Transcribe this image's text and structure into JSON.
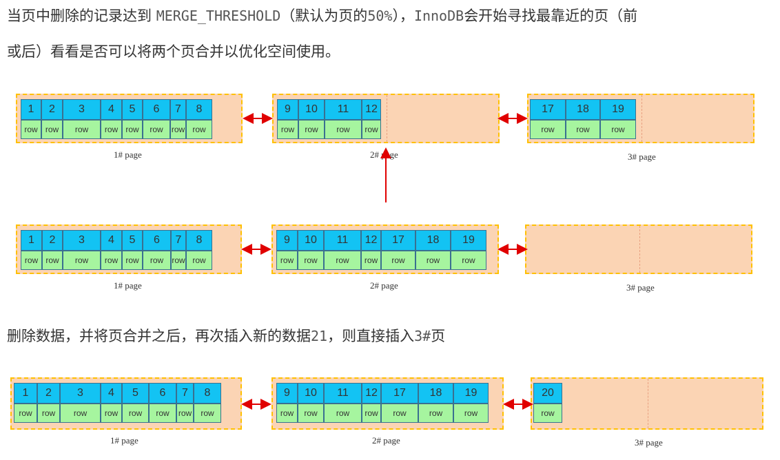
{
  "intro": {
    "line1_a": "当页中删除的记录达到 ",
    "line1_code": "MERGE_THRESHOLD",
    "line1_b": "（默认为页的",
    "line1_pct": "50%",
    "line1_c": "），",
    "line1_inno": "InnoDB",
    "line1_d": "会开始寻找最靠近的页（前",
    "line2": "或后）看看是否可以将两个页合并以优化空间使用。"
  },
  "middle_text": {
    "a": "删除数据，并将页合并之后，再次插入新的数据",
    "num": "21",
    "b": "，则直接插入",
    "ref": "3#",
    "c": "页"
  },
  "page_labels": [
    "1# page",
    "2# page",
    "3# page"
  ],
  "row_label": "row",
  "diagram1": {
    "page1": [
      "1",
      "2",
      "3",
      "4",
      "5",
      "6",
      "7",
      "8"
    ],
    "page2": [
      "9",
      "10",
      "11",
      "12"
    ],
    "page3": [
      "17",
      "18",
      "19"
    ]
  },
  "diagram2": {
    "page1": [
      "1",
      "2",
      "3",
      "4",
      "5",
      "6",
      "7",
      "8"
    ],
    "page2": [
      "9",
      "10",
      "11",
      "12",
      "17",
      "18",
      "19"
    ],
    "page3": []
  },
  "diagram3": {
    "page1": [
      "1",
      "2",
      "3",
      "4",
      "5",
      "6",
      "7",
      "8"
    ],
    "page2": [
      "9",
      "10",
      "11",
      "12",
      "17",
      "18",
      "19"
    ],
    "page3": [
      "20"
    ]
  },
  "colors": {
    "key_fill": "#13c3f3",
    "row_fill": "#a6f59f",
    "page_fill": "#fbd4b4",
    "page_border": "#ffc000",
    "arrow": "#e00000"
  }
}
